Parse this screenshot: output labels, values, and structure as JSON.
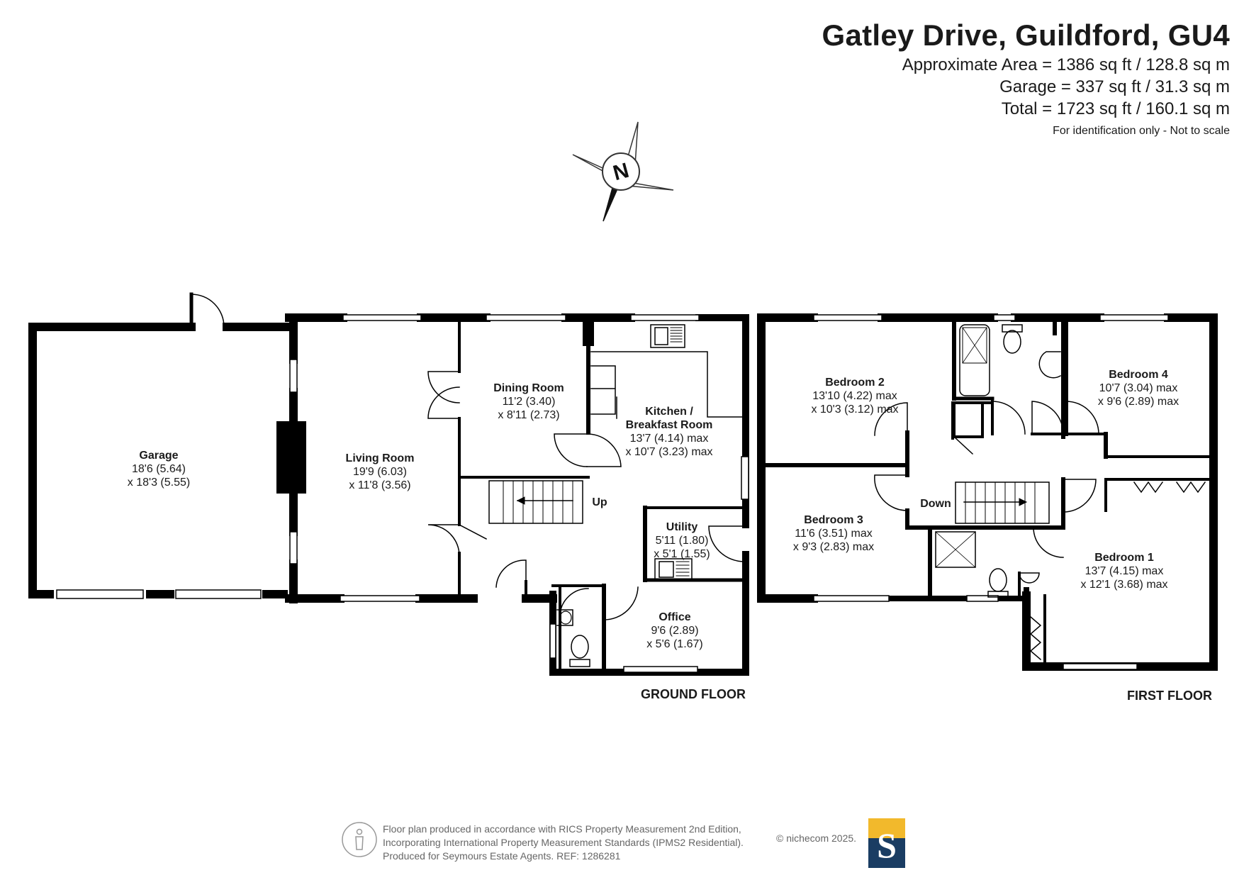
{
  "header": {
    "title": "Gatley Drive, Guildford, GU4",
    "approx_area": "Approximate Area = 1386 sq ft / 128.8 sq m",
    "garage_area": "Garage = 337 sq ft / 31.3 sq m",
    "total_area": "Total = 1723 sq ft / 160.1 sq m",
    "disclaimer": "For identification only - Not to scale"
  },
  "compass": {
    "letter": "N"
  },
  "ground_floor": {
    "label": "GROUND FLOOR",
    "stairs_label": "Up",
    "rooms": {
      "garage": {
        "name": "Garage",
        "dim1": "18'6 (5.64)",
        "dim2": "x 18'3 (5.55)"
      },
      "living": {
        "name": "Living Room",
        "dim1": "19'9 (6.03)",
        "dim2": "x 11'8 (3.56)"
      },
      "dining": {
        "name": "Dining Room",
        "dim1": "11'2 (3.40)",
        "dim2": "x 8'11 (2.73)"
      },
      "kitchen": {
        "name1": "Kitchen /",
        "name2": "Breakfast Room",
        "dim1": "13'7 (4.14) max",
        "dim2": "x 10'7 (3.23) max"
      },
      "utility": {
        "name": "Utility",
        "dim1": "5'11 (1.80)",
        "dim2": "x 5'1 (1.55)"
      },
      "office": {
        "name": "Office",
        "dim1": "9'6 (2.89)",
        "dim2": "x 5'6 (1.67)"
      }
    }
  },
  "first_floor": {
    "label": "FIRST FLOOR",
    "stairs_label": "Down",
    "rooms": {
      "bedroom2": {
        "name": "Bedroom 2",
        "dim1": "13'10 (4.22) max",
        "dim2": "x 10'3 (3.12) max"
      },
      "bedroom4": {
        "name": "Bedroom 4",
        "dim1": "10'7 (3.04) max",
        "dim2": "x 9'6 (2.89) max"
      },
      "bedroom3": {
        "name": "Bedroom 3",
        "dim1": "11'6 (3.51) max",
        "dim2": "x 9'3 (2.83) max"
      },
      "bedroom1": {
        "name": "Bedroom 1",
        "dim1": "13'7 (4.15) max",
        "dim2": "x 12'1 (3.68) max"
      }
    }
  },
  "footer": {
    "line1": "Floor plan produced in accordance with RICS Property Measurement 2nd Edition,",
    "line2": "Incorporating International Property Measurement Standards (IPMS2 Residential).",
    "line3": "Produced for Seymours Estate Agents.   REF: 1286281",
    "brand": "© nichecom 2025.",
    "logo_letter": "S"
  },
  "colors": {
    "wall": "#000000",
    "logo_blue": "#1a3d63",
    "logo_yellow": "#f2b92c"
  }
}
